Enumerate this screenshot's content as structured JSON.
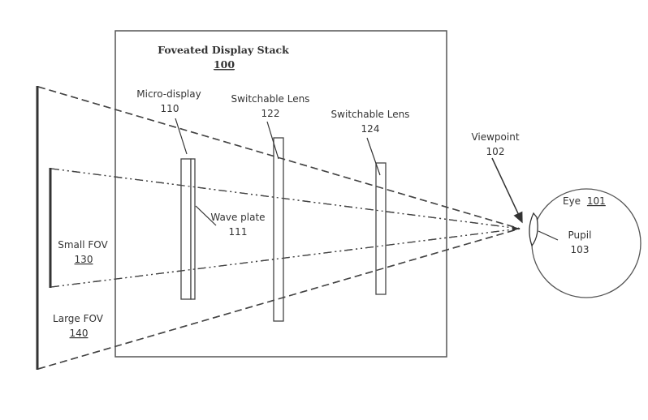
{
  "diagram": {
    "title": "Foveated Display Stack",
    "title_ref": "100",
    "components": {
      "micro_display": {
        "label": "Micro-display",
        "ref": "110"
      },
      "wave_plate": {
        "label": "Wave plate",
        "ref": "111"
      },
      "lens_122": {
        "label": "Switchable Lens",
        "ref": "122"
      },
      "lens_124": {
        "label": "Switchable Lens",
        "ref": "124"
      },
      "viewpoint": {
        "label": "Viewpoint",
        "ref": "102"
      },
      "eye": {
        "label": "Eye",
        "ref": "101"
      },
      "pupil": {
        "label": "Pupil",
        "ref": "103"
      },
      "small_fov": {
        "label": "Small FOV",
        "ref": "130"
      },
      "large_fov": {
        "label": "Large FOV",
        "ref": "140"
      }
    }
  }
}
